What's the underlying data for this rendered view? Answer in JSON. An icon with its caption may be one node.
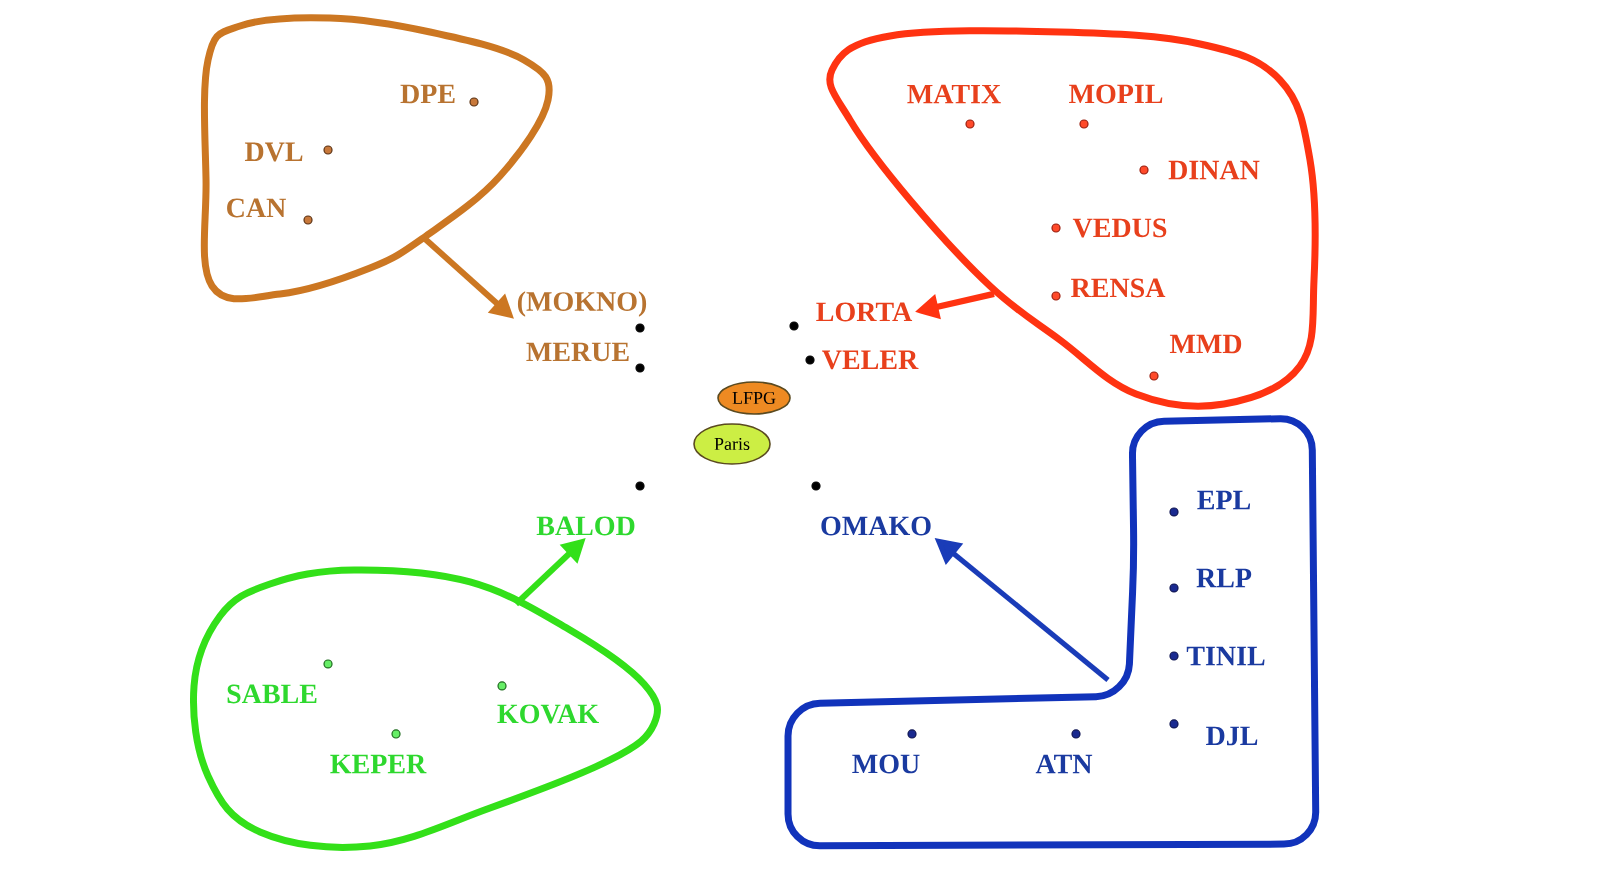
{
  "diagram": {
    "nodes": [
      {
        "text": [],
        "shape": "blob"
      },
      {
        "text": [
          "DPE"
        ],
        "in": 0
      },
      {
        "text": [
          "DVL"
        ],
        "in": 0
      },
      {
        "text": [
          "CAN"
        ],
        "in": 0
      },
      {
        "text": [
          "(MOKNO)"
        ]
      },
      {
        "text": [
          "MERUE"
        ]
      },
      {
        "text": [],
        "shape": "blob"
      },
      {
        "text": [
          "MATIX"
        ],
        "in": 6
      },
      {
        "text": [
          "MOPIL"
        ],
        "in": 6
      },
      {
        "text": [
          "DINAN"
        ],
        "in": 6
      },
      {
        "text": [
          "VEDUS"
        ],
        "in": 6
      },
      {
        "text": [
          "RENSA"
        ],
        "in": 6
      },
      {
        "text": [
          "MMD"
        ],
        "in": 6
      },
      {
        "text": [
          "LORTA"
        ]
      },
      {
        "text": [
          "VELER"
        ]
      },
      {
        "text": [
          "LFPG"
        ]
      },
      {
        "text": [
          "Paris"
        ]
      },
      {
        "text": [
          "BALOD"
        ]
      },
      {
        "text": [
          "OMAKO"
        ]
      },
      {
        "text": [],
        "shape": "blob"
      },
      {
        "text": [
          "SABLE"
        ],
        "in": 19
      },
      {
        "text": [
          "KEPER"
        ],
        "in": 19
      },
      {
        "text": [
          "KOVAK"
        ],
        "in": 19
      },
      {
        "text": [],
        "shape": "blob"
      },
      {
        "text": [
          "EPL"
        ],
        "in": 23
      },
      {
        "text": [
          "RLP"
        ],
        "in": 23
      },
      {
        "text": [
          "TINIL"
        ],
        "in": 23
      },
      {
        "text": [
          "DJL"
        ],
        "in": 23
      },
      {
        "text": [
          "MOU"
        ],
        "in": 23
      },
      {
        "text": [
          "ATN"
        ],
        "in": 23
      }
    ],
    "edges": [
      {
        "from": 0,
        "to": 4,
        "arrow": "to",
        "color": "#cc7722"
      },
      {
        "from": 6,
        "to": 13,
        "arrow": "to",
        "color": "#ff3311"
      },
      {
        "from": 19,
        "to": 17,
        "arrow": "to",
        "color": "#33e019"
      },
      {
        "from": 23,
        "to": 18,
        "arrow": "to",
        "color": "#1a3cb8"
      }
    ]
  }
}
